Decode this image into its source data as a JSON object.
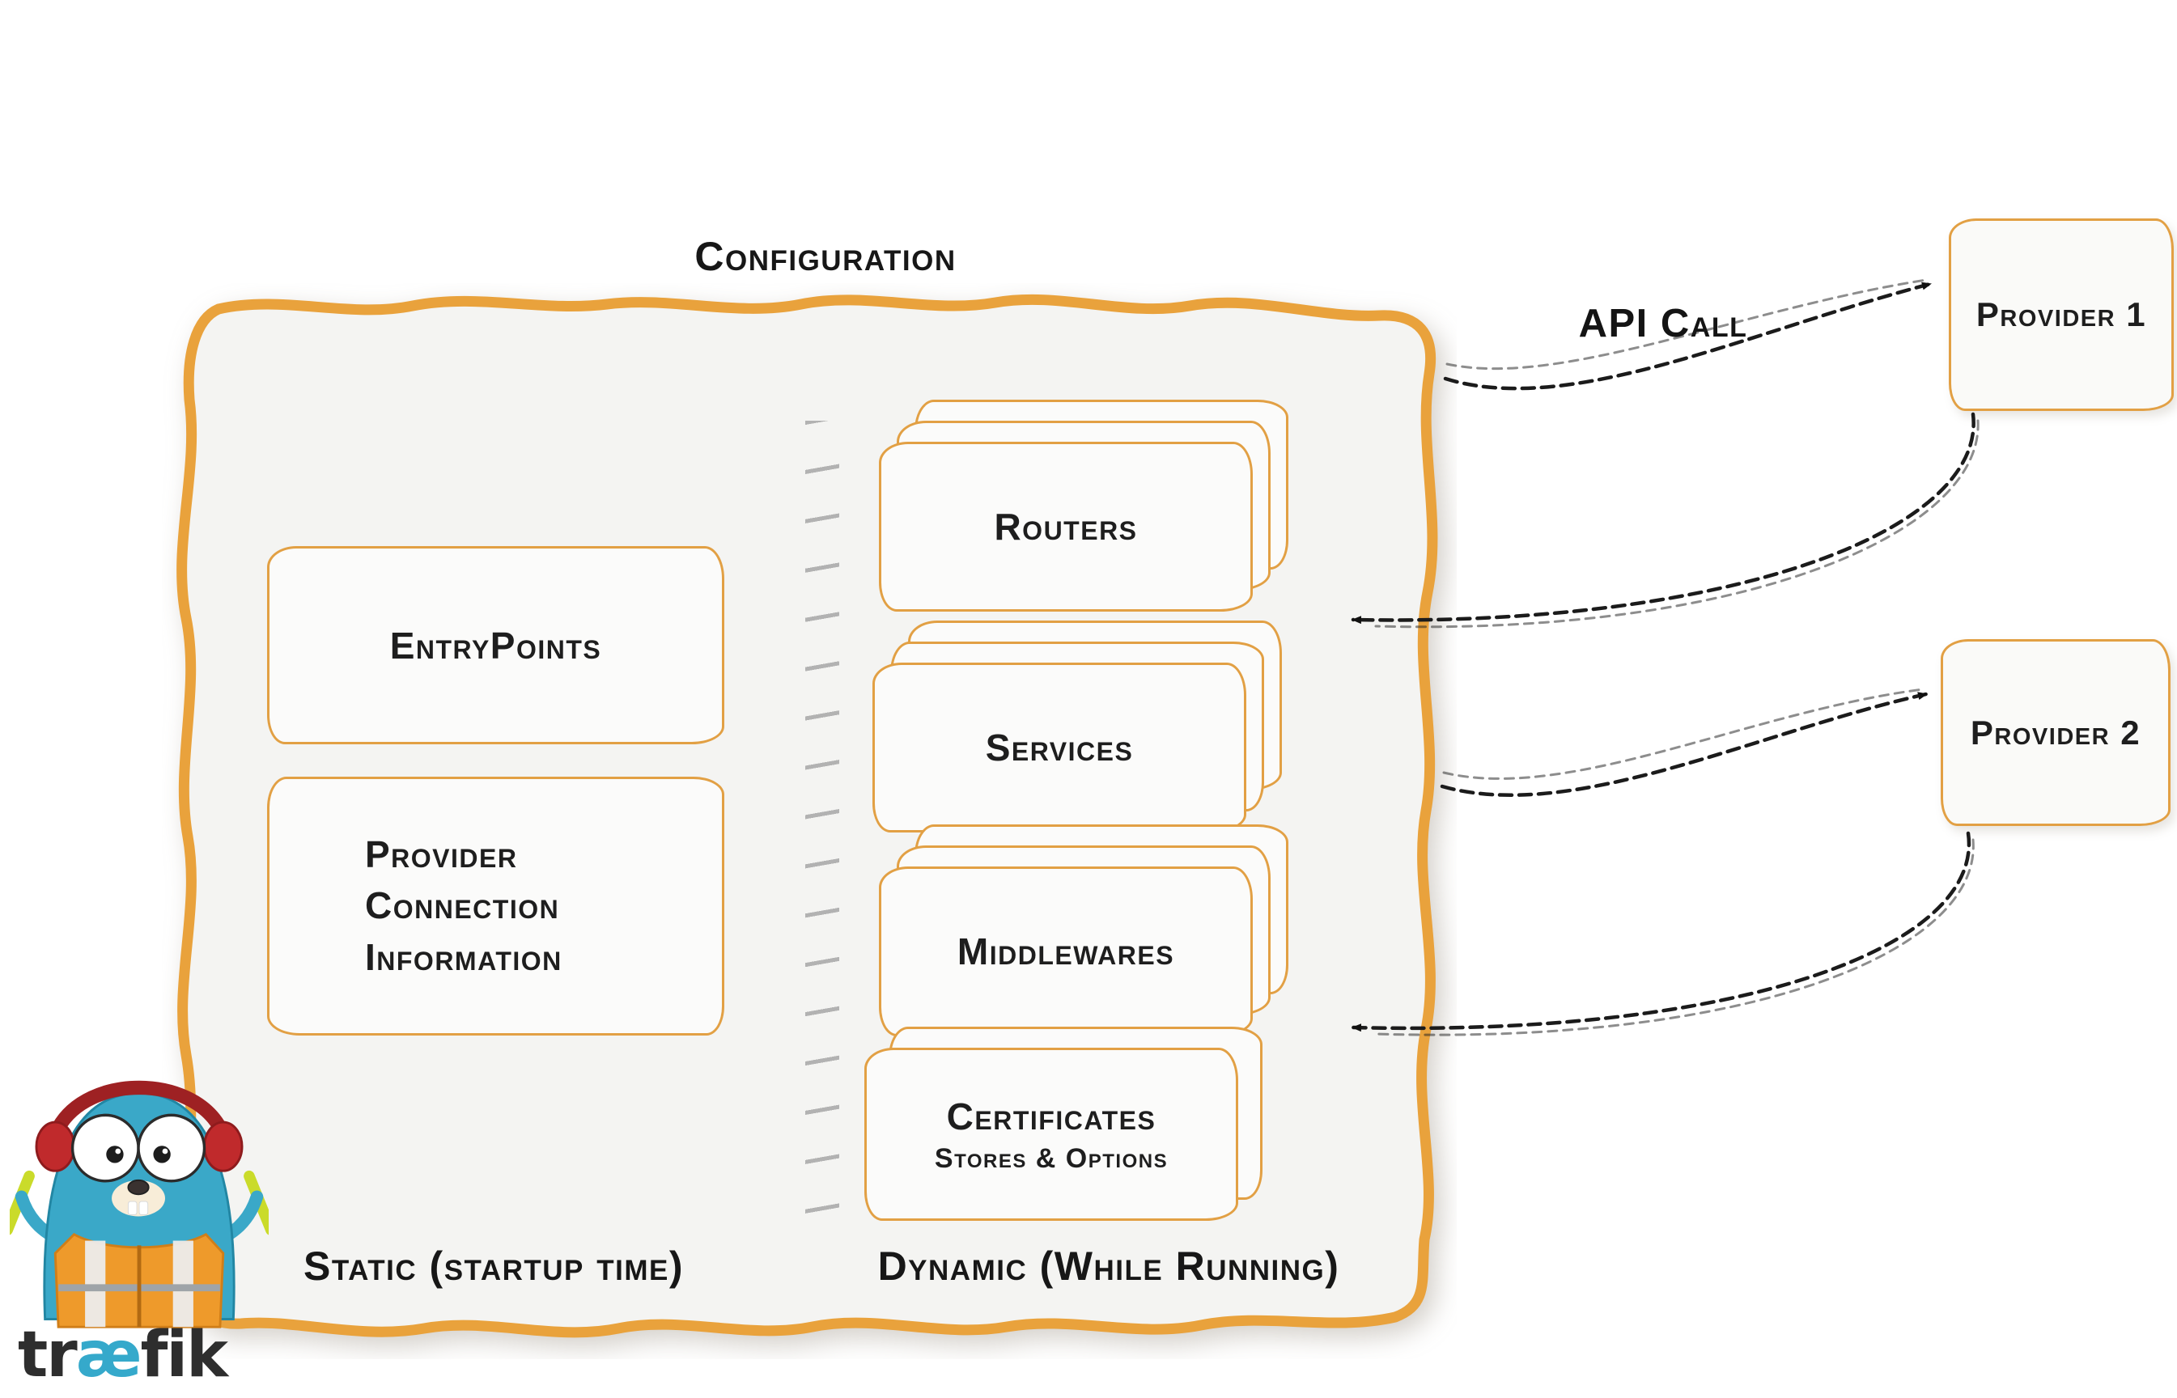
{
  "title": "Configuration",
  "static": {
    "entrypoints_label": "EntryPoints",
    "provider_info_lines": [
      "Provider",
      "Connection",
      "Information"
    ],
    "section_label": "Static (startup time)"
  },
  "dynamic": {
    "routers_label": "Routers",
    "services_label": "Services",
    "middlewares_label": "Middlewares",
    "certificates_title": "Certificates",
    "certificates_subtitle": "Stores & Options",
    "section_label": "Dynamic (While Running)"
  },
  "external": {
    "api_call_label": "API Call",
    "provider1_label": "Provider 1",
    "provider2_label": "Provider 2"
  },
  "logo": {
    "wordmark_pre": "tr",
    "wordmark_ae": "æ",
    "wordmark_post": "fik"
  },
  "colors": {
    "brand_orange": "#E9A23C",
    "panel_background": "#F4F4F2",
    "card_background": "#FBFBFA",
    "arrow_black": "#1B1B1B",
    "divider_gray": "#9C9C9C",
    "logo_teal": "#35A9CB",
    "logo_red": "#C02A2C",
    "logo_vest_orange": "#EE9A2B"
  }
}
